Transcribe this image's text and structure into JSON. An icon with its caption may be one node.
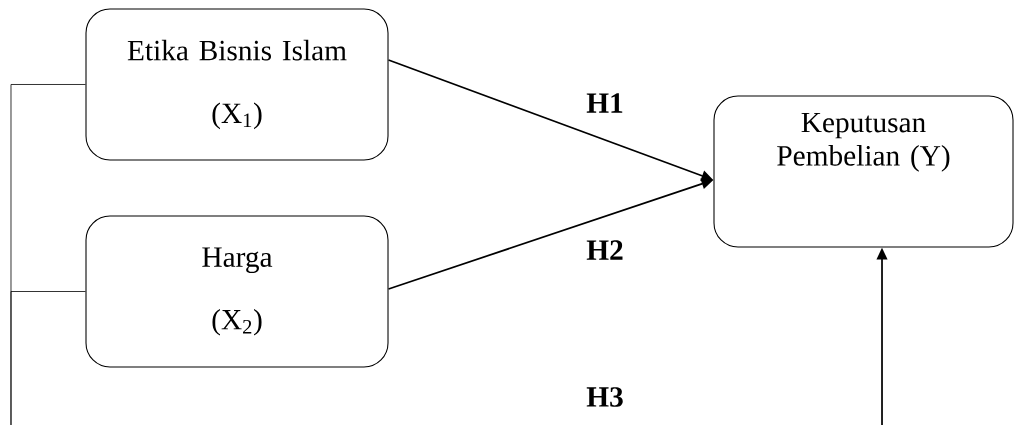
{
  "diagram": {
    "nodes": [
      {
        "text": [
          "Etika Bisnis Islam",
          "(X$_{1}$)"
        ]
      },
      {
        "text": [
          "Harga",
          "(X$_{2}$)"
        ]
      },
      {
        "text": [
          "Keputusan Pembelian (Y)"
        ]
      }
    ],
    "edges": [
      {
        "from": 0,
        "to": 2,
        "arrow": "to",
        "label": "H1"
      },
      {
        "from": 1,
        "to": 2,
        "arrow": "to",
        "label": "H2"
      },
      {
        "from": 0,
        "to": null,
        "arrow": "none"
      },
      {
        "from": 1,
        "to": null,
        "arrow": "none"
      },
      {
        "from": null,
        "to": 2,
        "arrow": "to"
      }
    ],
    "labels": [
      "H3"
    ]
  }
}
